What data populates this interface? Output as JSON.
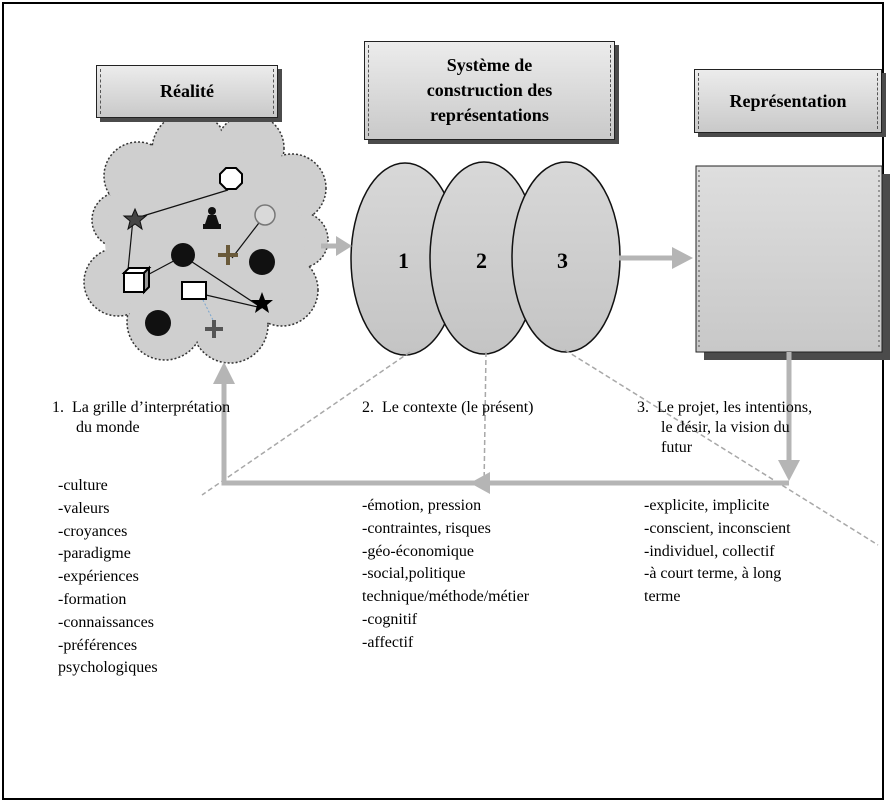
{
  "headers": {
    "reality": "Réalité",
    "system": "Système de\nconstruction des\nreprésentations",
    "representation": "Représentation"
  },
  "ellipse_numbers": [
    "1",
    "2",
    "3"
  ],
  "stages": {
    "one": "1.  La grille d’interprétation\n      du monde",
    "two": "2.  Le contexte (le présent)",
    "three": "3.  Le projet, les intentions,\n      le désir, la vision du\n      futur"
  },
  "lists": {
    "culture": [
      "-culture",
      "-valeurs",
      "-croyances",
      "-paradigme",
      "-expériences",
      "-formation",
      "-connaissances",
      "-préférences",
      "psychologiques"
    ],
    "context": [
      "-émotion, pression",
      "-contraintes, risques",
      "-géo-économique",
      "-social,politique",
      "technique/méthode/métier",
      "-cognitif",
      "-affectif"
    ],
    "project": [
      "-explicite, implicite",
      "-conscient, inconscient",
      "-individuel, collectif",
      "-à court terme, à long",
      "terme"
    ]
  },
  "colors": {
    "arrow": "#b5b5b5",
    "fill": "#cfcfcf",
    "dark": "#2a2a2a"
  }
}
